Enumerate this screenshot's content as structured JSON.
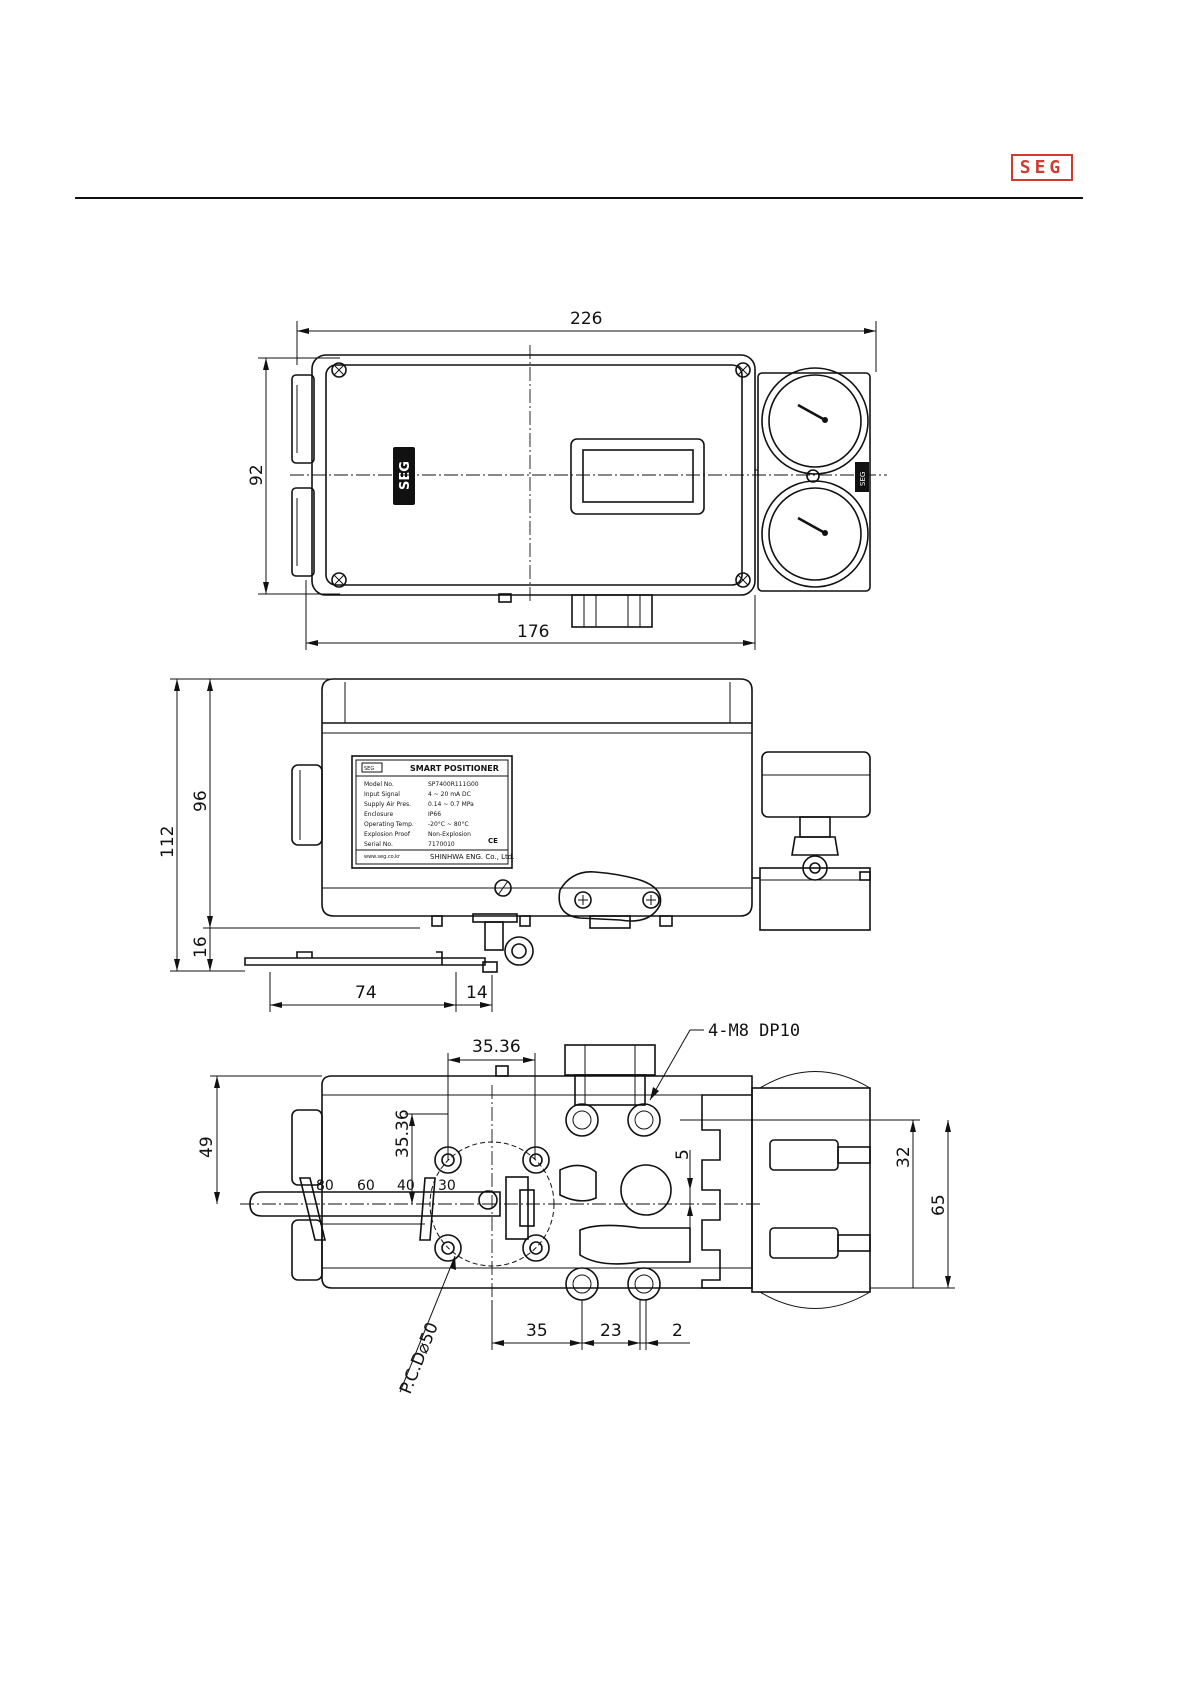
{
  "header": {
    "logo_text": "SEG",
    "logo_color": "#d23a2f"
  },
  "top_view": {
    "dim_width_total": "226",
    "dim_width_body": "176",
    "dim_height": "92",
    "body_logo_text": "SEG",
    "gauge_bracket_text": "SEG"
  },
  "side_view": {
    "dim_total_height": "112",
    "dim_body_height": "96",
    "dim_lever_offset": "16",
    "dim_lever_length": "74",
    "dim_lever_pin": "14",
    "nameplate": {
      "brand": "SEG",
      "title": "SMART POSITIONER",
      "rows": [
        {
          "label": "Model No.",
          "value": "SP7400R111G00"
        },
        {
          "label": "Input Signal",
          "value": "4 ~ 20 mA DC"
        },
        {
          "label": "Supply Air Pres.",
          "value": "0.14 ~ 0.7 MPa"
        },
        {
          "label": "Enclosure",
          "value": "IP66"
        },
        {
          "label": "Operating Temp.",
          "value": "-20°C ~ 80°C"
        },
        {
          "label": "Explosion Proof",
          "value": "Non-Explosion"
        },
        {
          "label": "Serial No.",
          "value": "7170010"
        }
      ],
      "ce_mark": "CE",
      "website": "www.seg.co.kr",
      "company": "SHINHWA ENG. Co., Ltd."
    }
  },
  "bottom_view": {
    "dim_bolt_spacing_x": "35.36",
    "dim_bolt_spacing_y": "35.36",
    "thread_callout": "4-M8 DP10",
    "dim_half_height": "49",
    "dim_offset": "5",
    "dim_port_spacing": "32",
    "dim_block_height": "65",
    "dim_x1": "35",
    "dim_x2": "23",
    "dim_x3": "2",
    "pcd_label": "P.C.D⌀50",
    "lever_scale": [
      "80",
      "60",
      "40",
      "30"
    ]
  }
}
